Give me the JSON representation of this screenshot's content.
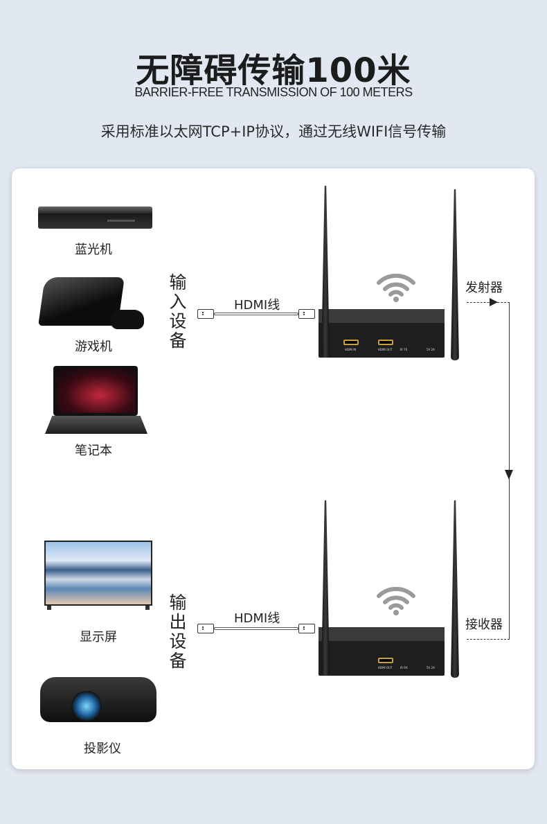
{
  "header": {
    "title": "无障碍传输100米",
    "subtitle": "BARRIER-FREE TRANSMISSION OF 100 METERS",
    "description": "采用标准以太网TCP+IP协议，通过无线WIFI信号传输"
  },
  "input": {
    "group_label": "输入设备",
    "devices": [
      {
        "label": "蓝光机",
        "icon": "bluray-player-icon"
      },
      {
        "label": "游戏机",
        "icon": "game-console-icon"
      },
      {
        "label": "笔记本",
        "icon": "laptop-icon"
      }
    ],
    "cable_label": "HDMI线"
  },
  "output": {
    "group_label": "输出设备",
    "devices": [
      {
        "label": "显示屏",
        "icon": "tv-icon"
      },
      {
        "label": "投影仪",
        "icon": "projector-icon"
      }
    ],
    "cable_label": "HDMI线"
  },
  "transmitter": {
    "label": "发射器",
    "ports": [
      "HDMI IN",
      "HDMI OUT",
      "IR TX",
      "5V 2A"
    ]
  },
  "receiver": {
    "label": "接收器",
    "ports": [
      "HDMI OUT",
      "IR RX",
      "5V 2A"
    ]
  },
  "colors": {
    "background": "#e2e8f2",
    "card": "#ffffff",
    "port_gold": "#c9a13a"
  }
}
